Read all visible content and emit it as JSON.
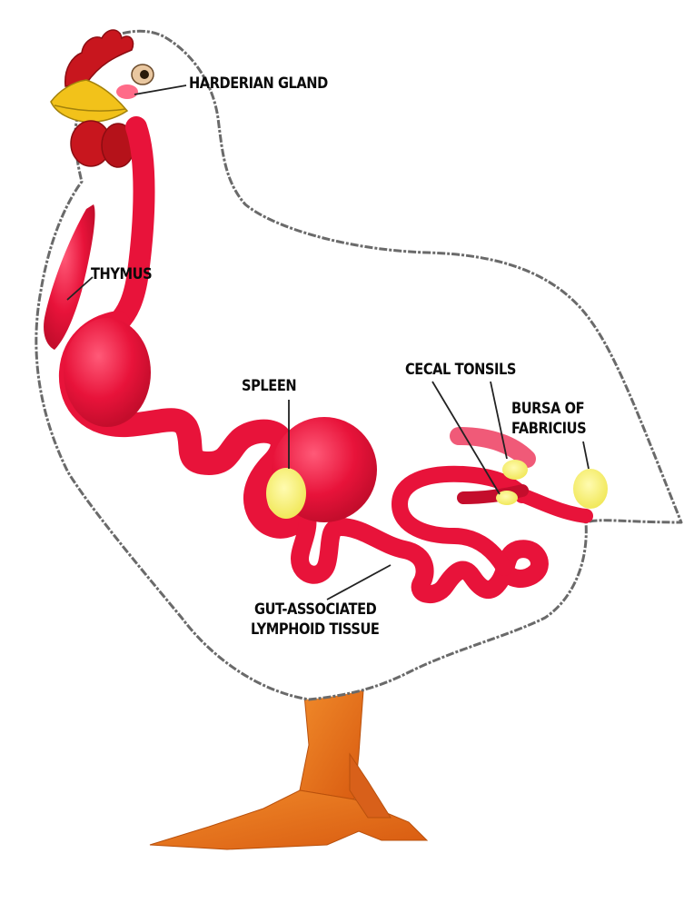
{
  "diagram": {
    "labels": {
      "harderian_gland": "HARDERIAN GLAND",
      "thymus": "THYMUS",
      "spleen": "SPLEEN",
      "cecal_tonsils": "CECAL TONSILS",
      "bursa_line1": "BURSA OF",
      "bursa_line2": "FABRICIUS",
      "galt_line1": "GUT-ASSOCIATED",
      "galt_line2": "LYMPHOID TISSUE"
    },
    "colors": {
      "organ_red": "#e8133a",
      "organ_highlight": "#ff5a78",
      "lymph_yellow": "#f6f07a",
      "comb_red": "#c8161e",
      "beak_yellow": "#f2c21a",
      "leg_orange": "#e8701a",
      "outline": "#555555"
    }
  }
}
